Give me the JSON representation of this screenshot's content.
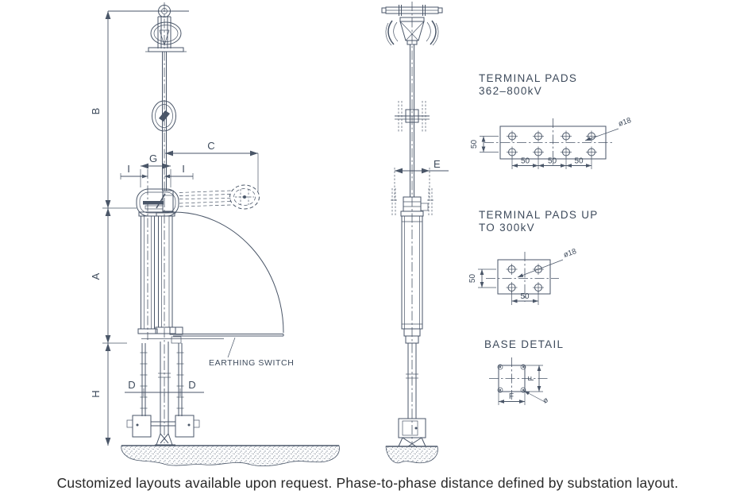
{
  "front": {
    "labels": {
      "B": "B",
      "A": "A",
      "H": "H",
      "C": "C",
      "G": "G",
      "I1": "I",
      "I2": "I",
      "D1": "D",
      "D2": "D"
    },
    "earthing_switch_label": "EARTHING SWITCH"
  },
  "side": {
    "labels": {
      "E": "E"
    }
  },
  "details": {
    "pads_hv": {
      "title1": "TERMINAL PADS",
      "title2": "362–800kV",
      "hole_dia": "ø18",
      "dim_side": "50",
      "dim_b1": "50",
      "dim_b2": "50",
      "dim_b3": "50"
    },
    "pads_lv": {
      "title1": "TERMINAL PADS UP",
      "title2": "TO 300kV",
      "hole_dia": "ø18",
      "dim_side": "50",
      "dim_b1": "50"
    },
    "base": {
      "title": "BASE DETAIL",
      "dim_w": "F",
      "dim_h": "F",
      "hole_dia": "ø"
    }
  },
  "caption": "Customized layouts available upon request. Phase-to-phase distance defined by substation layout.",
  "colors": {
    "line": "#4a5668",
    "text": "#3e4b5c",
    "caption": "#282828",
    "background": "#ffffff"
  }
}
